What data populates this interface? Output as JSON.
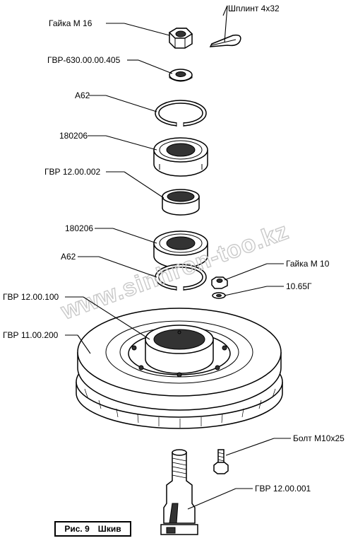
{
  "labels": {
    "nut_m16": "Гайка М 16",
    "cotter_pin": "Шплинт 4х32",
    "washer_405": "ГВР-630.00.00.405",
    "ring_a62_top": "А62",
    "bearing_top": "180206",
    "bushing_002": "ГВР 12.00.002",
    "bearing_bottom": "180206",
    "ring_a62_bottom": "А62",
    "nut_m10": "Гайка М 10",
    "washer_65g": "10.65Г",
    "hub_100": "ГВР 12.00.100",
    "pulley_200": "ГВР 11.00.200",
    "bolt_m10": "Болт М10х25",
    "axle_001": "ГВР 12.00.001"
  },
  "caption": {
    "fig": "Рис. 9",
    "title": "Шкив"
  },
  "watermark": "www.sinhron-too.kz"
}
